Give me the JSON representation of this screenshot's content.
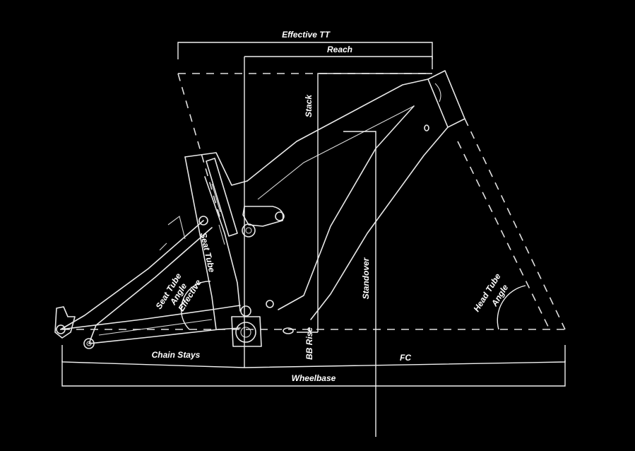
{
  "diagram": {
    "labels": {
      "effective_tt": "Effective TT",
      "reach": "Reach",
      "stack": "Stack",
      "standover": "Standover",
      "seat_tube": "Seat Tube",
      "seat_tube_angle_1": "Seat Tube",
      "seat_tube_angle_2": "Angle",
      "seat_tube_angle_3": "Effective",
      "head_tube_angle_1": "Head Tube",
      "head_tube_angle_2": "Angle",
      "chain_stays": "Chain Stays",
      "bb_rise": "BB Rise",
      "fc": "FC",
      "wheelbase": "Wheelbase"
    },
    "colors": {
      "background": "#000000",
      "lines": "#ffffff"
    }
  }
}
